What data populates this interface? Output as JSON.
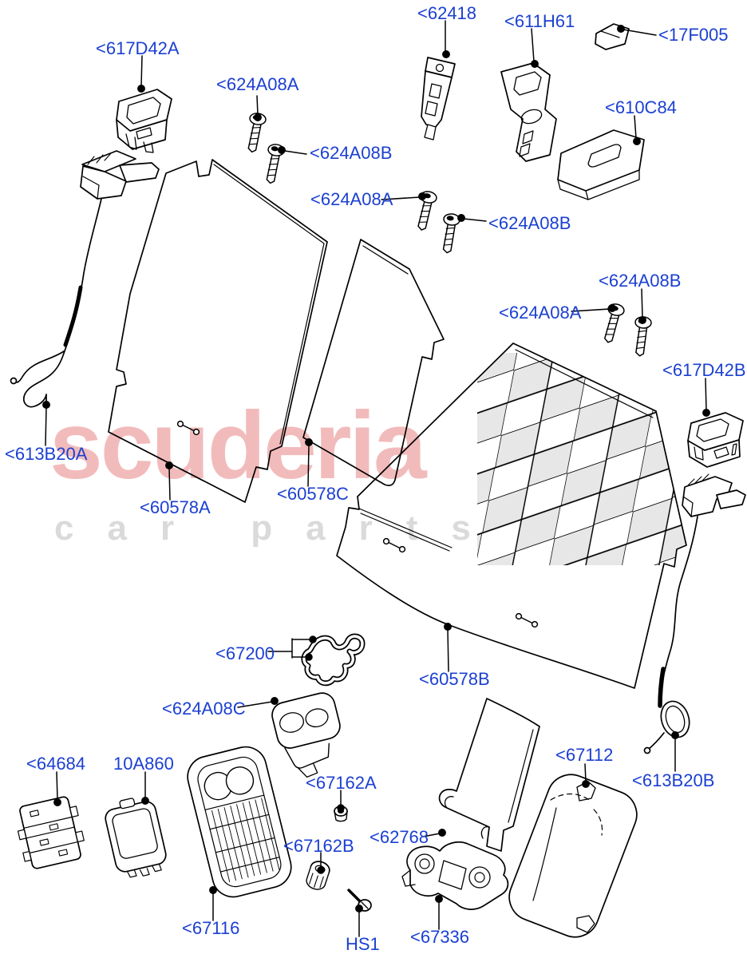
{
  "watermark": {
    "brand": "scuderia",
    "subtitle": "car parts"
  },
  "colors": {
    "label_link_blue": "#1c40d2",
    "watermark_pink": "#f2bbbb",
    "watermark_gray": "#dadada",
    "checker_gray": "#e7e7e7",
    "line_black": "#000000",
    "background": "#ffffff"
  },
  "part_labels": [
    {
      "part": "617D42A",
      "text": "<617D42A"
    },
    {
      "part": "62418",
      "text": "<62418"
    },
    {
      "part": "611H61",
      "text": "<611H61"
    },
    {
      "part": "17F005",
      "text": "<17F005"
    },
    {
      "part": "610C84",
      "text": "<610C84"
    },
    {
      "part": "624A08A",
      "text": "<624A08A"
    },
    {
      "part": "624A08B",
      "text": "<624A08B"
    },
    {
      "part": "624A08A",
      "text": "<624A08A"
    },
    {
      "part": "624A08B",
      "text": "<624A08B"
    },
    {
      "part": "624A08B",
      "text": "<624A08B"
    },
    {
      "part": "624A08A",
      "text": "<624A08A"
    },
    {
      "part": "617D42B",
      "text": "<617D42B"
    },
    {
      "part": "613B20A",
      "text": "<613B20A"
    },
    {
      "part": "60578A",
      "text": "<60578A"
    },
    {
      "part": "60578C",
      "text": "<60578C"
    },
    {
      "part": "60578B",
      "text": "<60578B"
    },
    {
      "part": "67200",
      "text": "<67200"
    },
    {
      "part": "624A08C",
      "text": "<624A08C"
    },
    {
      "part": "64684",
      "text": "<64684"
    },
    {
      "part": "10A860",
      "text": "10A860"
    },
    {
      "part": "67116",
      "text": "<67116"
    },
    {
      "part": "67162A",
      "text": "<67162A"
    },
    {
      "part": "67162B",
      "text": "<67162B"
    },
    {
      "part": "62768",
      "text": "<62768"
    },
    {
      "part": "HS1",
      "text": "HS1"
    },
    {
      "part": "67336",
      "text": "<67336"
    },
    {
      "part": "67112",
      "text": "<67112"
    },
    {
      "part": "613B20B",
      "text": "<613B20B"
    }
  ]
}
